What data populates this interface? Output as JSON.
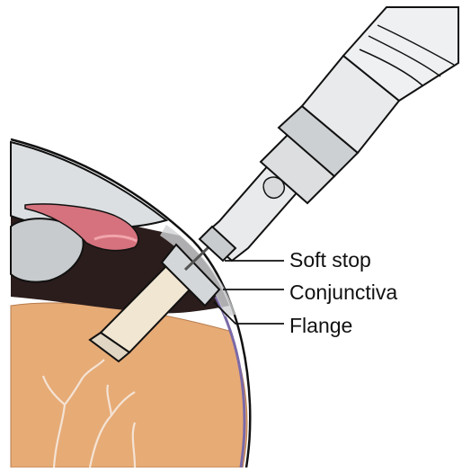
{
  "labels": {
    "soft_stop": "Soft stop",
    "conjunctiva": "Conjunctiva",
    "flange": "Flange"
  },
  "colors": {
    "sclera_fill": "#e7ab76",
    "tissue_dark": "#2b1d1c",
    "lens_pink": "#d5727d",
    "syringe_body": "#e9eaeb",
    "outline": "#111111",
    "plug_fill": "#f1e6d2"
  }
}
